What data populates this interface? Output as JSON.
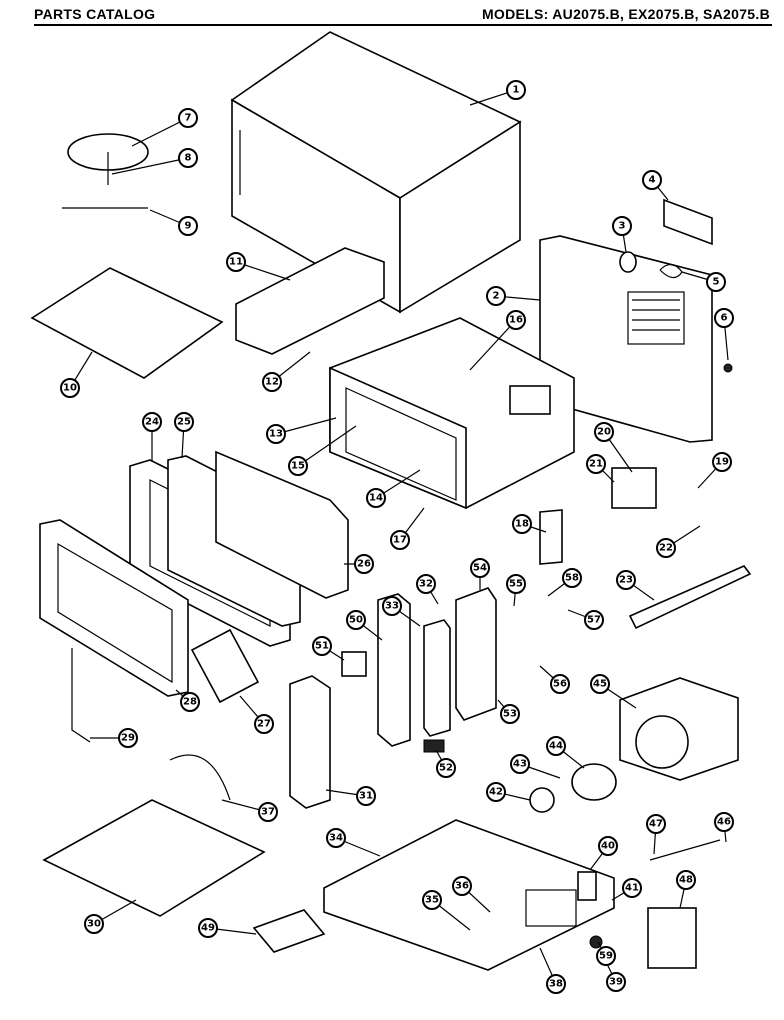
{
  "header": {
    "left": "PARTS CATALOG",
    "right": "MODELS: AU2075.B, EX2075.B, SA2075.B"
  },
  "callouts": [
    "1",
    "2",
    "3",
    "4",
    "5",
    "6",
    "7",
    "8",
    "9",
    "10",
    "11",
    "12",
    "13",
    "14",
    "15",
    "16",
    "17",
    "18",
    "19",
    "20",
    "21",
    "22",
    "23",
    "24",
    "25",
    "26",
    "27",
    "28",
    "29",
    "30",
    "31",
    "32",
    "33",
    "34",
    "35",
    "36",
    "37",
    "38",
    "39",
    "40",
    "41",
    "42",
    "43",
    "44",
    "45",
    "46",
    "47",
    "48",
    "49",
    "50",
    "51",
    "52",
    "53",
    "54",
    "55",
    "56",
    "57",
    "58",
    "59"
  ]
}
